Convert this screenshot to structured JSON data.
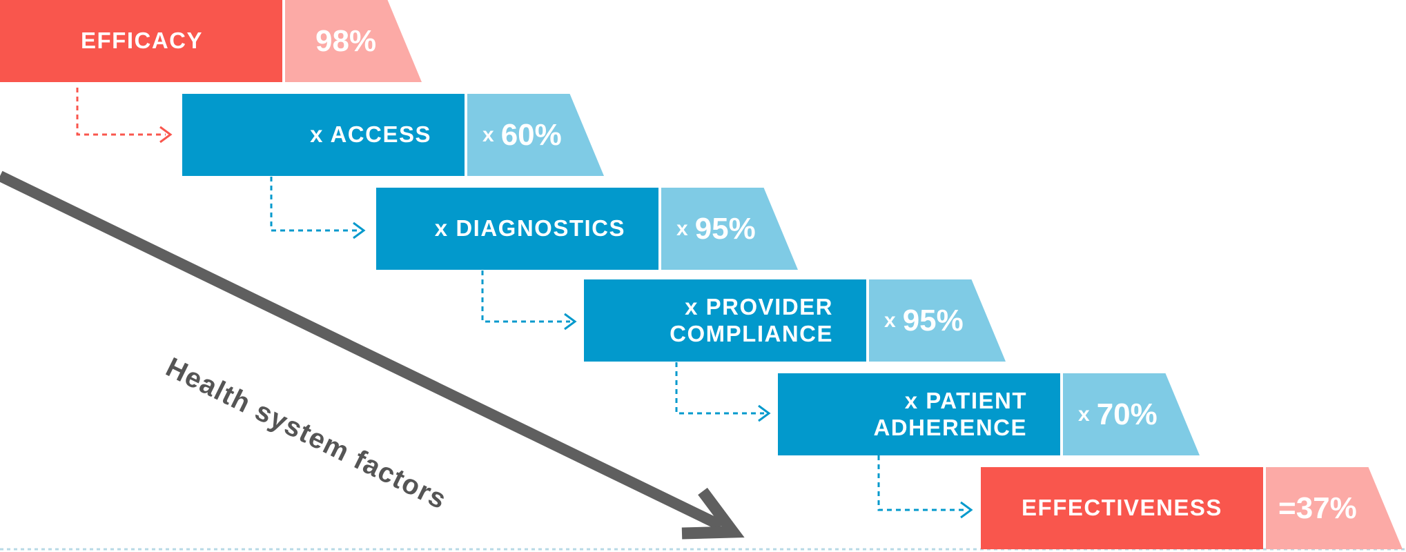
{
  "diagram": {
    "steps": [
      {
        "label_lines": [
          "EFFICACY"
        ],
        "operator": "",
        "value": "98%",
        "color": "red"
      },
      {
        "label_lines": [
          "x ACCESS"
        ],
        "operator": "x",
        "value": "60%",
        "color": "blue"
      },
      {
        "label_lines": [
          "x DIAGNOSTICS"
        ],
        "operator": "x",
        "value": "95%",
        "color": "blue"
      },
      {
        "label_lines": [
          "x PROVIDER",
          "COMPLIANCE"
        ],
        "operator": "x",
        "value": "95%",
        "color": "blue"
      },
      {
        "label_lines": [
          "x PATIENT",
          "ADHERENCE"
        ],
        "operator": "x",
        "value": "70%",
        "color": "blue"
      },
      {
        "label_lines": [
          "EFFECTIVENESS"
        ],
        "operator": "",
        "value": "=37%",
        "color": "red"
      }
    ],
    "trend_label": "Health system factors",
    "colors": {
      "red_dark": "#f9564d",
      "red_light": "#fcaaa6",
      "blue_dark": "#0299cc",
      "blue_light": "#7fcbe5",
      "arrow_gray": "#5f5f5f",
      "baseline": "#b7d9e6"
    }
  }
}
